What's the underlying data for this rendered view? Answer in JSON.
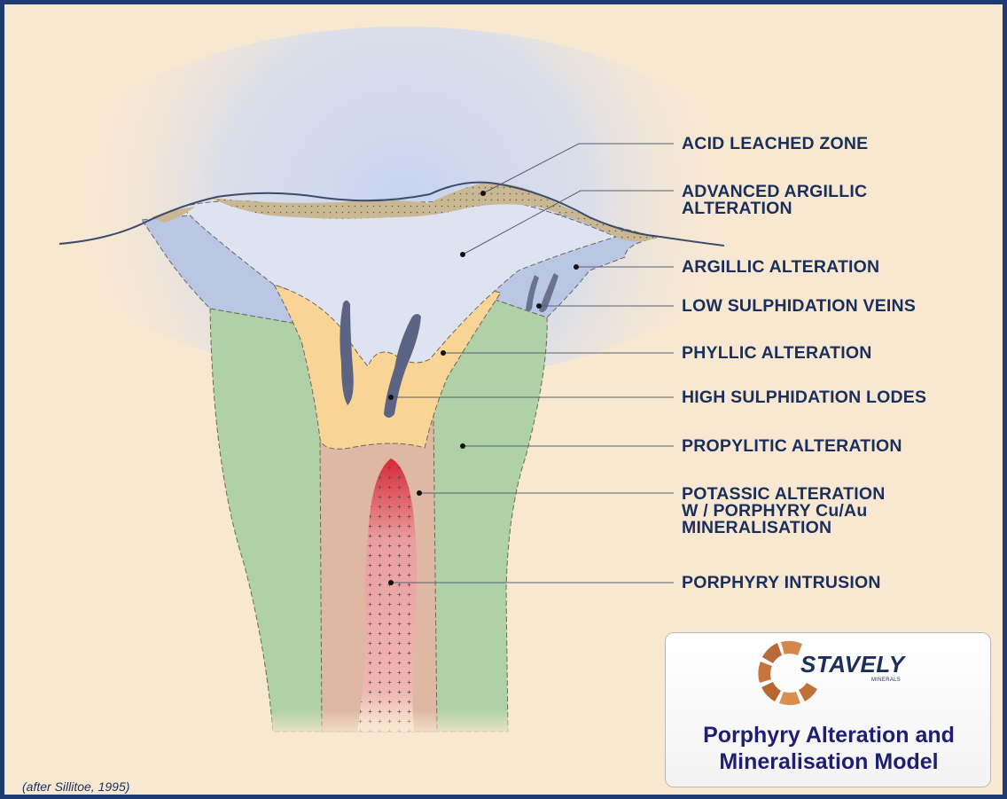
{
  "labels": {
    "acid_leached": [
      "ACID LEACHED ZONE"
    ],
    "advanced_argillic": [
      "ADVANCED ARGILLIC",
      "ALTERATION"
    ],
    "argillic": [
      "ARGILLIC ALTERATION"
    ],
    "low_sulphidation": [
      "LOW SULPHIDATION VEINS"
    ],
    "phyllic": [
      "PHYLLIC ALTERATION"
    ],
    "high_sulphidation": [
      "HIGH SULPHIDATION LODES"
    ],
    "propylitic": [
      "PROPYLITIC ALTERATION"
    ],
    "potassic": [
      "POTASSIC ALTERATION",
      "W / PORPHYRY Cu/Au",
      "MINERALISATION"
    ],
    "porphyry_intrusion": [
      "PORPHYRY INTRUSION"
    ]
  },
  "logo": {
    "name": "STAVELY",
    "subtitle": "MINERALS",
    "title_lines": [
      "Porphyry Alteration and",
      "Mineralisation Model"
    ]
  },
  "citation": "(after Sillitoe, 1995)",
  "colors": {
    "background": "#f8e8d2",
    "frame": "#1d3a72",
    "label_text": "#1a2f5c",
    "advanced_argillic": "#dfe3f1",
    "argillic": "#b9c6e4",
    "acid_leached": "#c9b893",
    "phyllic": "#f8d595",
    "propylitic": "#b0d1a7",
    "potassic": "#dfb8a3",
    "intrusion": "#ea9ea0",
    "veins": "#5c6483",
    "logo_copper": "#c8733a"
  }
}
